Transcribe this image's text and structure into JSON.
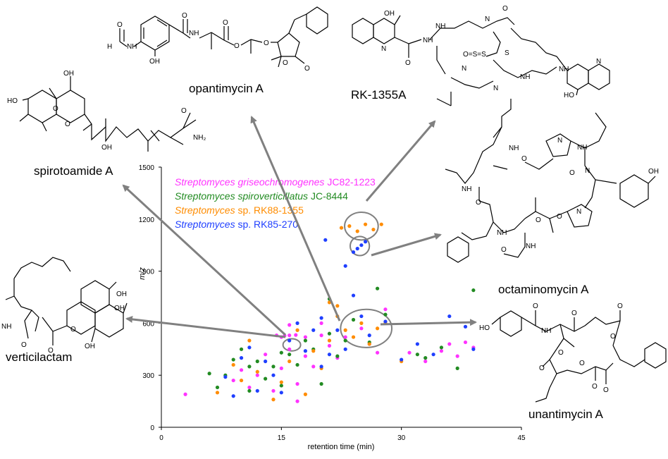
{
  "chart_data": {
    "type": "scatter",
    "xlabel": "retention time (min)",
    "ylabel": "m/z",
    "xlim": [
      0,
      45
    ],
    "ylim": [
      0,
      1500
    ],
    "xticks": [
      "0",
      "15",
      "30",
      "45"
    ],
    "yticks": [
      "0",
      "300",
      "600",
      "900",
      "1200",
      "1500"
    ],
    "legend_position": "top-left",
    "series": [
      {
        "name_italic": "Streptomyces griseochromogenes",
        "name_rest": " JC82-1223",
        "color": "#ff33ff",
        "points": [
          [
            3,
            190
          ],
          [
            9,
            270
          ],
          [
            10,
            330
          ],
          [
            11,
            230
          ],
          [
            12,
            300
          ],
          [
            13,
            420
          ],
          [
            14,
            210
          ],
          [
            15,
            520
          ],
          [
            15,
            340
          ],
          [
            16,
            450
          ],
          [
            16,
            590
          ],
          [
            17,
            250
          ],
          [
            17,
            150
          ],
          [
            18,
            520
          ],
          [
            18,
            410
          ],
          [
            19,
            350
          ],
          [
            20,
            600
          ],
          [
            20,
            530
          ],
          [
            21,
            470
          ],
          [
            22,
            400
          ],
          [
            23,
            520
          ],
          [
            25,
            570
          ],
          [
            26,
            480
          ],
          [
            27,
            430
          ],
          [
            28,
            680
          ],
          [
            31,
            430
          ],
          [
            33,
            380
          ],
          [
            35,
            440
          ],
          [
            36,
            480
          ],
          [
            37,
            410
          ],
          [
            38,
            490
          ],
          [
            39,
            460
          ],
          [
            14.4,
            530
          ],
          [
            15.4,
            528
          ],
          [
            16,
            530
          ],
          [
            16.8,
            532
          ]
        ]
      },
      {
        "name_italic": "Streptomyces spiroverticillatus",
        "name_rest": " JC-8444",
        "color": "#228b22",
        "points": [
          [
            6,
            310
          ],
          [
            7,
            230
          ],
          [
            8,
            300
          ],
          [
            9,
            390
          ],
          [
            10,
            450
          ],
          [
            11,
            350
          ],
          [
            11,
            210
          ],
          [
            12,
            380
          ],
          [
            13,
            280
          ],
          [
            14,
            350
          ],
          [
            15,
            240
          ],
          [
            15,
            430
          ],
          [
            16,
            420
          ],
          [
            17,
            360
          ],
          [
            18,
            500
          ],
          [
            19,
            450
          ],
          [
            20,
            250
          ],
          [
            21,
            540
          ],
          [
            21,
            740
          ],
          [
            22,
            410
          ],
          [
            23,
            500
          ],
          [
            24,
            620
          ],
          [
            26,
            490
          ],
          [
            27,
            800
          ],
          [
            28,
            650
          ],
          [
            32,
            420
          ],
          [
            33,
            400
          ],
          [
            35,
            460
          ],
          [
            37,
            340
          ],
          [
            39,
            790
          ]
        ]
      },
      {
        "name_italic": "Streptomyces",
        "name_rest": " sp. RK88-1355",
        "color": "#ff8c00",
        "points": [
          [
            7,
            200
          ],
          [
            9,
            360
          ],
          [
            10,
            270
          ],
          [
            11,
            500
          ],
          [
            12,
            320
          ],
          [
            14,
            160
          ],
          [
            15,
            260
          ],
          [
            16,
            380
          ],
          [
            17,
            560
          ],
          [
            18,
            190
          ],
          [
            19,
            440
          ],
          [
            20,
            340
          ],
          [
            21,
            500
          ],
          [
            22,
            640
          ],
          [
            23,
            560
          ],
          [
            24,
            520
          ],
          [
            25,
            600
          ],
          [
            26,
            480
          ],
          [
            27,
            570
          ],
          [
            28,
            600
          ],
          [
            30,
            380
          ],
          [
            22.5,
            1150
          ],
          [
            23.5,
            1160
          ],
          [
            24.5,
            1130
          ],
          [
            25.5,
            1170
          ],
          [
            26.5,
            1140
          ],
          [
            27.5,
            1170
          ],
          [
            22,
            700
          ],
          [
            21,
            720
          ]
        ]
      },
      {
        "name_italic": "Streptomyces",
        "name_rest": " sp. RK85-270",
        "color": "#1f3fff",
        "points": [
          [
            8,
            290
          ],
          [
            9,
            180
          ],
          [
            10,
            400
          ],
          [
            11,
            460
          ],
          [
            12,
            210
          ],
          [
            13,
            380
          ],
          [
            14,
            300
          ],
          [
            15,
            200
          ],
          [
            16,
            500
          ],
          [
            17,
            600
          ],
          [
            18,
            440
          ],
          [
            19,
            560
          ],
          [
            20,
            350
          ],
          [
            20,
            630
          ],
          [
            21,
            420
          ],
          [
            22,
            560
          ],
          [
            23,
            450
          ],
          [
            23,
            930
          ],
          [
            24,
            760
          ],
          [
            25,
            640
          ],
          [
            26,
            530
          ],
          [
            28,
            610
          ],
          [
            30,
            390
          ],
          [
            32,
            480
          ],
          [
            34,
            420
          ],
          [
            36,
            640
          ],
          [
            38,
            580
          ],
          [
            39,
            450
          ],
          [
            24,
            1010
          ],
          [
            24.5,
            1030
          ],
          [
            25,
            1050
          ],
          [
            25.5,
            1070
          ],
          [
            20.5,
            1080
          ]
        ]
      }
    ],
    "highlight_ellipses": [
      {
        "cx": 16.3,
        "cy": 475,
        "rx": 1.1,
        "ry": 35
      },
      {
        "cx": 25.6,
        "cy": 570,
        "rx": 3.2,
        "ry": 110
      },
      {
        "cx": 25.0,
        "cy": 1160,
        "rx": 2.1,
        "ry": 80
      },
      {
        "cx": 24.8,
        "cy": 1045,
        "rx": 1.2,
        "ry": 55
      }
    ]
  },
  "compounds": {
    "opantimycin": {
      "label": "opantimycin A"
    },
    "rk1355": {
      "label": "RK-1355A"
    },
    "spirotoamide": {
      "label": "spirotoamide A"
    },
    "octaminomycin": {
      "label": "octaminomycin A"
    },
    "verticilactam": {
      "label": "verticilactam"
    },
    "unantimycin": {
      "label": "unantimycin A"
    }
  },
  "atoms": {
    "h": "H",
    "n": "N",
    "o": "O",
    "oh": "OH",
    "ho": "HO",
    "nh": "NH",
    "nh2": "NH₂",
    "s": "S",
    "os": "O=S=S"
  },
  "arrow_color": "#808080"
}
